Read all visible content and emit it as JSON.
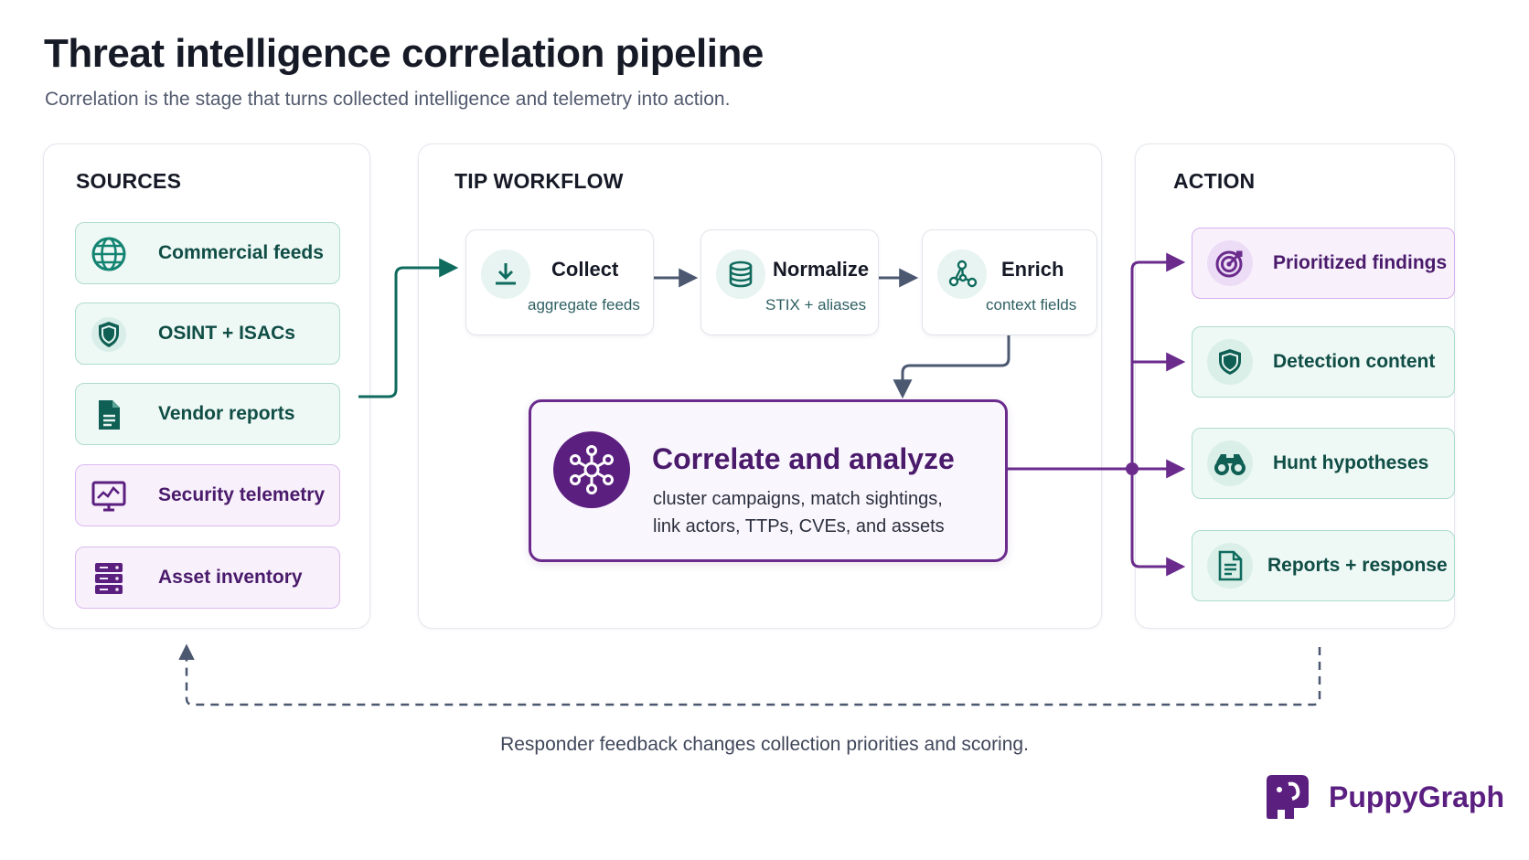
{
  "title": "Threat intelligence correlation pipeline",
  "subtitle": "Correlation is the stage that turns collected intelligence and telemetry into action.",
  "sources": {
    "heading": "SOURCES",
    "items": [
      {
        "label": "Commercial feeds",
        "icon": "globe-icon",
        "tone": "teal"
      },
      {
        "label": "OSINT + ISACs",
        "icon": "shield-icon",
        "tone": "teal"
      },
      {
        "label": "Vendor reports",
        "icon": "document-icon",
        "tone": "teal"
      },
      {
        "label": "Security telemetry",
        "icon": "monitor-chart-icon",
        "tone": "purple"
      },
      {
        "label": "Asset inventory",
        "icon": "server-icon",
        "tone": "purple"
      }
    ]
  },
  "workflow": {
    "heading": "TIP WORKFLOW",
    "steps": [
      {
        "name": "Collect",
        "desc": "aggregate feeds",
        "icon": "download-icon"
      },
      {
        "name": "Normalize",
        "desc": "STIX + aliases",
        "icon": "database-icon"
      },
      {
        "name": "Enrich",
        "desc": "context fields",
        "icon": "graph-nodes-icon"
      }
    ],
    "correlate": {
      "title": "Correlate and analyze",
      "line1": "cluster campaigns, match sightings,",
      "line2": "link actors, TTPs, CVEs, and assets",
      "icon": "network-hub-icon"
    }
  },
  "action": {
    "heading": "ACTION",
    "items": [
      {
        "label": "Prioritized findings",
        "icon": "target-icon",
        "tone": "purple"
      },
      {
        "label": "Detection content",
        "icon": "shield-icon",
        "tone": "teal"
      },
      {
        "label": "Hunt hypotheses",
        "icon": "binoculars-icon",
        "tone": "teal"
      },
      {
        "label": "Reports + response",
        "icon": "report-icon",
        "tone": "teal"
      }
    ]
  },
  "feedback": "Responder feedback changes collection priorities and scoring.",
  "brand": {
    "name": "PuppyGraph",
    "icon": "puppygraph-logo"
  },
  "colors": {
    "teal": "#0f6b5e",
    "purple": "#6a2b8c",
    "arrow_gray": "#4b5870",
    "text_dark": "#161a26"
  }
}
